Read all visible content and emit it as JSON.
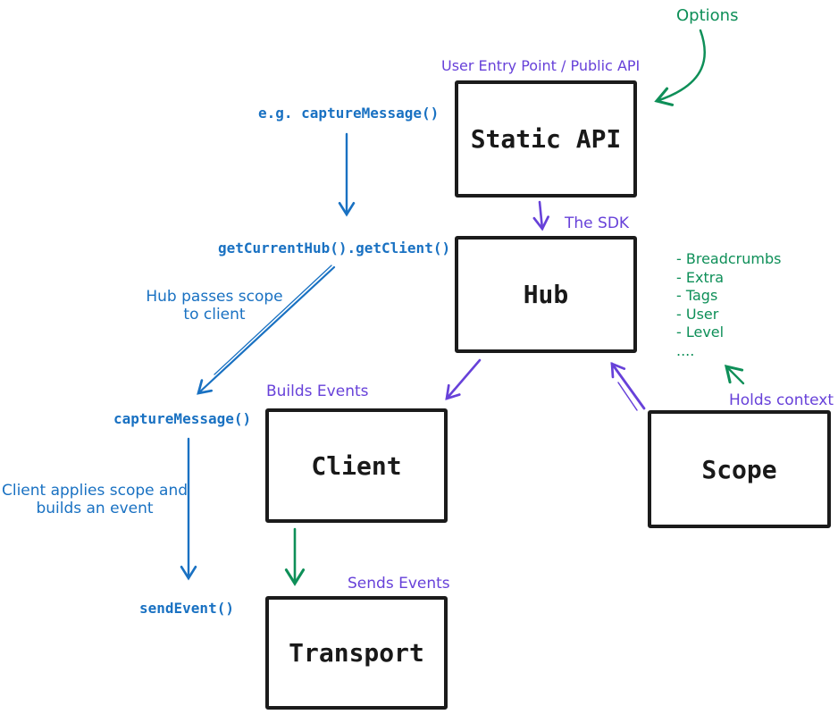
{
  "colors": {
    "blue": "#1971c2",
    "purple": "#6741d9",
    "green": "#0e8f58",
    "box_border": "#1b1b1b"
  },
  "nodes": {
    "static_api": {
      "label": "Static API",
      "caption": "User Entry Point / Public API"
    },
    "hub": {
      "label": "Hub",
      "caption": "The SDK"
    },
    "client": {
      "label": "Client",
      "caption": "Builds Events"
    },
    "scope": {
      "label": "Scope",
      "caption": "Holds context"
    },
    "transport": {
      "label": "Transport",
      "caption": "Sends Events"
    }
  },
  "code_labels": {
    "example_call": "e.g. captureMessage()",
    "get_current_hub": "getCurrentHub().getClient()",
    "capture_message": "captureMessage()",
    "send_event": "sendEvent()"
  },
  "notes": {
    "options": "Options",
    "hub_passes_scope": "Hub passes scope\nto client",
    "client_applies": "Client applies scope and\nbuilds an event"
  },
  "scope_context": {
    "items": [
      "- Breadcrumbs",
      "- Extra",
      "- Tags",
      "- User",
      "- Level",
      "...."
    ]
  }
}
